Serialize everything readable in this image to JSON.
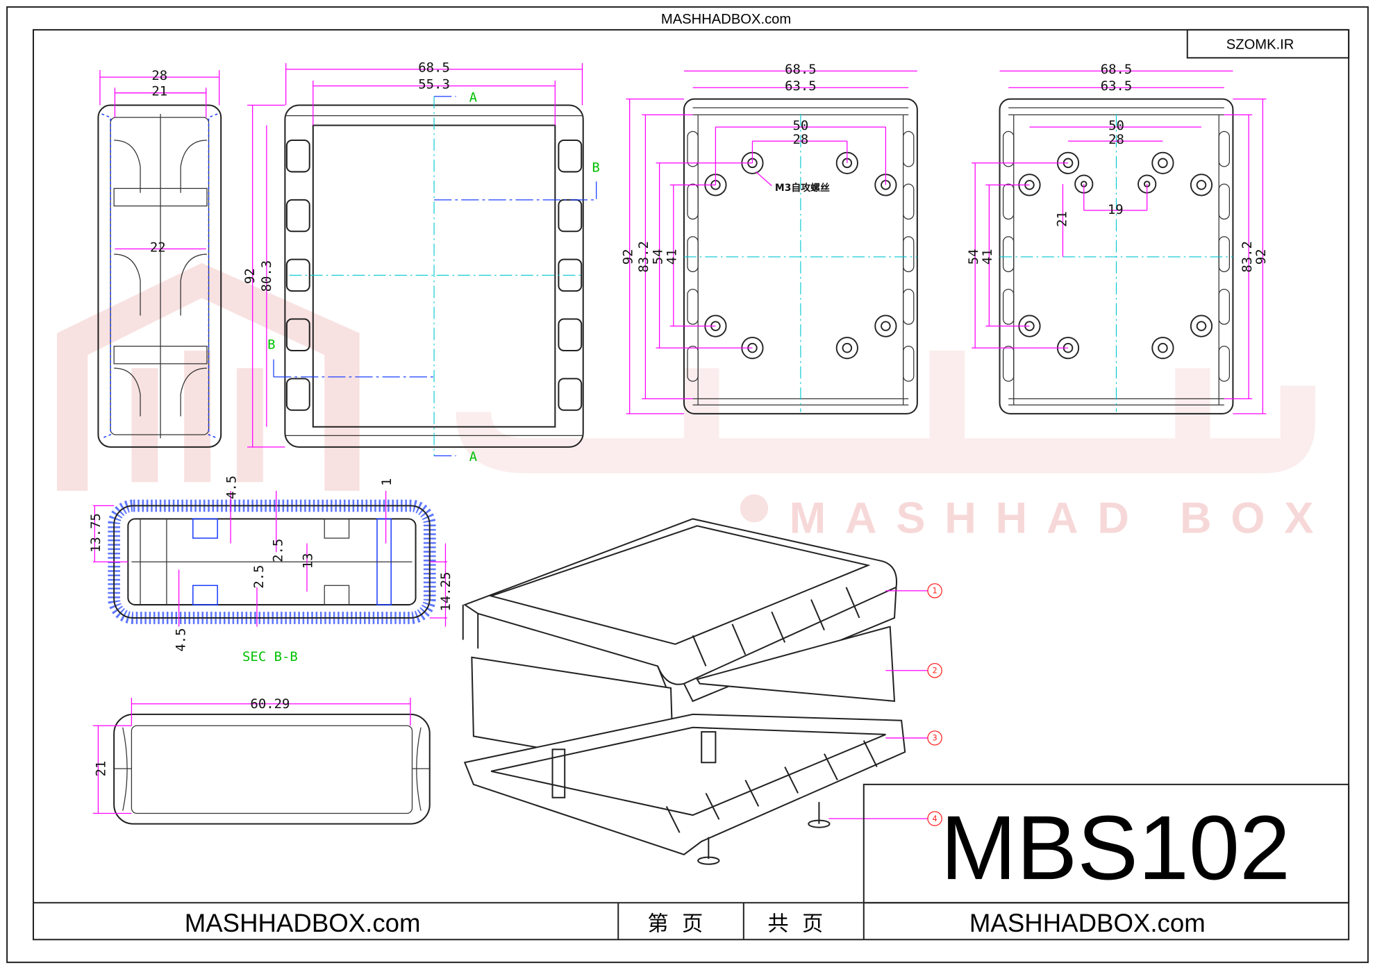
{
  "header": {
    "site": "MASHHADBOX.com",
    "corner_tag": "SZOMK.IR"
  },
  "title_block": {
    "model": "MBS102",
    "site_left": "MASHHADBOX.com",
    "site_right": "MASHHADBOX.com",
    "sheet_label": "第  页",
    "total_label": "共  页"
  },
  "watermark": {
    "text": "MASHHAD BOX"
  },
  "side_view": {
    "width_outer": "28",
    "width_inner": "21",
    "inner_gap": "22"
  },
  "top_view": {
    "width_outer": "68.5",
    "width_inner": "55.3",
    "height_outer": "92",
    "height_inner": "80.3",
    "section_a": "A",
    "section_b": "B"
  },
  "bottom_view_1": {
    "w1": "68.5",
    "w2": "63.5",
    "w3": "50",
    "w4": "28",
    "h1": "92",
    "h2": "83.2",
    "h3": "54",
    "h4": "41",
    "note": "M3自攻螺丝"
  },
  "bottom_view_2": {
    "w1": "68.5",
    "w2": "63.5",
    "w3": "50",
    "w4": "28",
    "pitch": "19",
    "offset": "21",
    "h1": "54",
    "h2": "41",
    "h3": "83.2",
    "h4": "92"
  },
  "section_bb": {
    "title": "SEC B-B",
    "d_top_left": "13.75",
    "d_wall_top": "4.5",
    "d_gap": "1",
    "d_rib_a": "2.5",
    "d_rib_b": "2.5",
    "d_inner": "13",
    "d_right": "14.25",
    "d_wall_bottom": "4.5"
  },
  "end_view": {
    "length": "60.29",
    "height": "21"
  },
  "exploded": {
    "callouts": [
      "1",
      "2",
      "3",
      "4"
    ]
  },
  "colors": {
    "dimension": "#ff00ff",
    "centerline": "#00c8d0",
    "section": "#1a3cff",
    "label": "#00c000",
    "watermark": "#f6dada"
  }
}
